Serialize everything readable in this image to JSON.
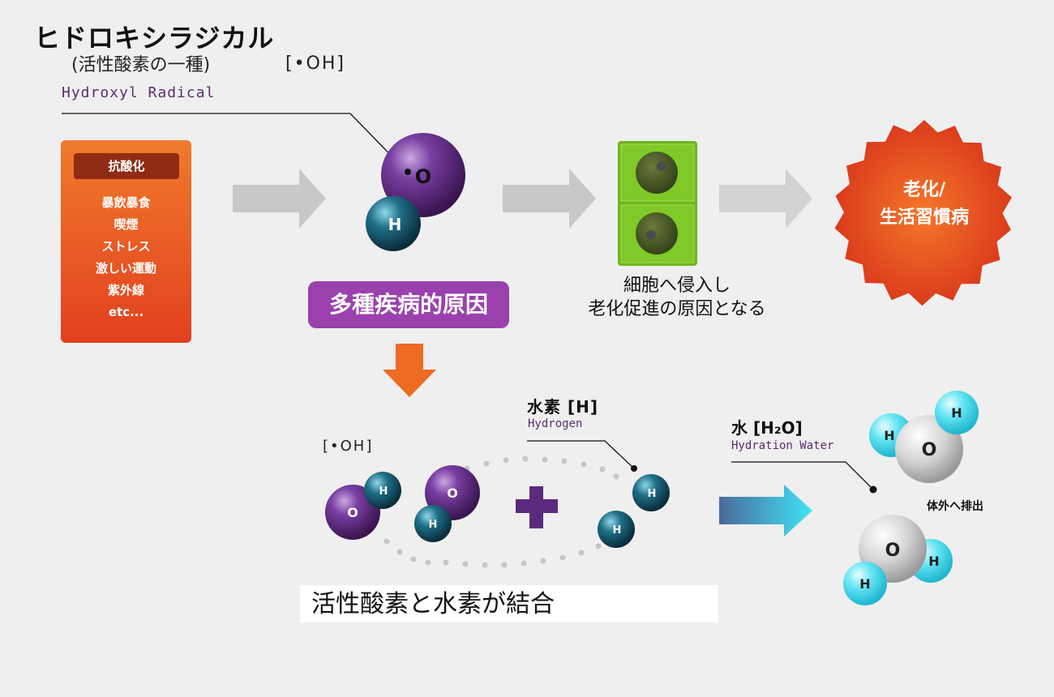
{
  "header": {
    "title": "ヒドロキシラジカル",
    "subtitle": "(活性酸素の一種)",
    "formula": "[•OH]",
    "english": "Hydroxyl Radical"
  },
  "causes": {
    "heading": "抗酸化",
    "items": [
      "暴飲暴食",
      "喫煙",
      "ストレス",
      "激しい運動",
      "紫外線",
      "etc..."
    ]
  },
  "molecule_top": {
    "o": "O",
    "h": "H"
  },
  "disease_label": "多種疾病的原因",
  "cell_text": {
    "line1": "細胞へ侵入し",
    "line2": "老化促進の原因となる"
  },
  "result": {
    "line1": "老化/",
    "line2": "生活習慣病"
  },
  "bottom": {
    "oh_label": "[•OH]",
    "hydrogen_label": "水素 [H]",
    "hydrogen_en": "Hydrogen",
    "water_label": "水 [H₂O]",
    "water_en": "Hydration Water",
    "excrete": "体外へ排出",
    "caption": "活性酸素と水素が結合",
    "atoms": {
      "o": "O",
      "h": "H"
    }
  },
  "colors": {
    "orange": "#e8531f",
    "purple_label": "#9a41ad",
    "oxygen_purple": "#5b2a7e",
    "hydrogen_teal": "#1c5a70",
    "water_cyan": "#5fe0f0",
    "cell_green": "#6fb51e"
  },
  "icons": [
    "arrow-right-icon",
    "arrow-down-icon",
    "plus-icon",
    "cell-icon",
    "starburst-icon"
  ]
}
